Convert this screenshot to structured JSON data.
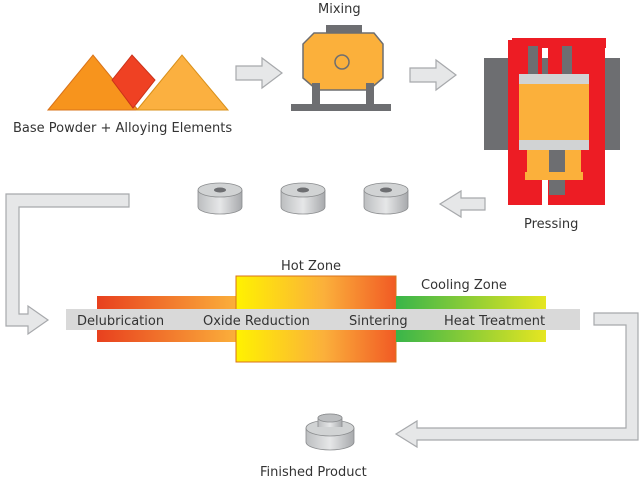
{
  "labels": {
    "mixing": "Mixing",
    "base_powder": "Base Powder + Alloying Elements",
    "pressing": "Pressing",
    "hot_zone": "Hot Zone",
    "cooling_zone": "Cooling Zone",
    "finished_product": "Finished Product"
  },
  "furnace_stages": [
    "Delubrication",
    "Oxide Reduction",
    "Sintering",
    "Heat Treatment"
  ],
  "colors": {
    "powder_orange": "#f7941d",
    "powder_red": "#ef4123",
    "powder_yellow": "#fbb040",
    "mixer_yellow": "#fbb03b",
    "press_red": "#ed1c24",
    "press_gray": "#6d6e71",
    "arrow_fill": "#e6e7e8",
    "arrow_stroke": "#a7a9ac",
    "hot_start": "#fff200",
    "hot_end": "#f15a24",
    "cool_start": "#39b54a",
    "cool_end": "#d7e021"
  },
  "icons": {
    "flow_arrow": "arrow-right-icon",
    "compact": "compact-part-icon",
    "product": "finished-part-icon"
  }
}
